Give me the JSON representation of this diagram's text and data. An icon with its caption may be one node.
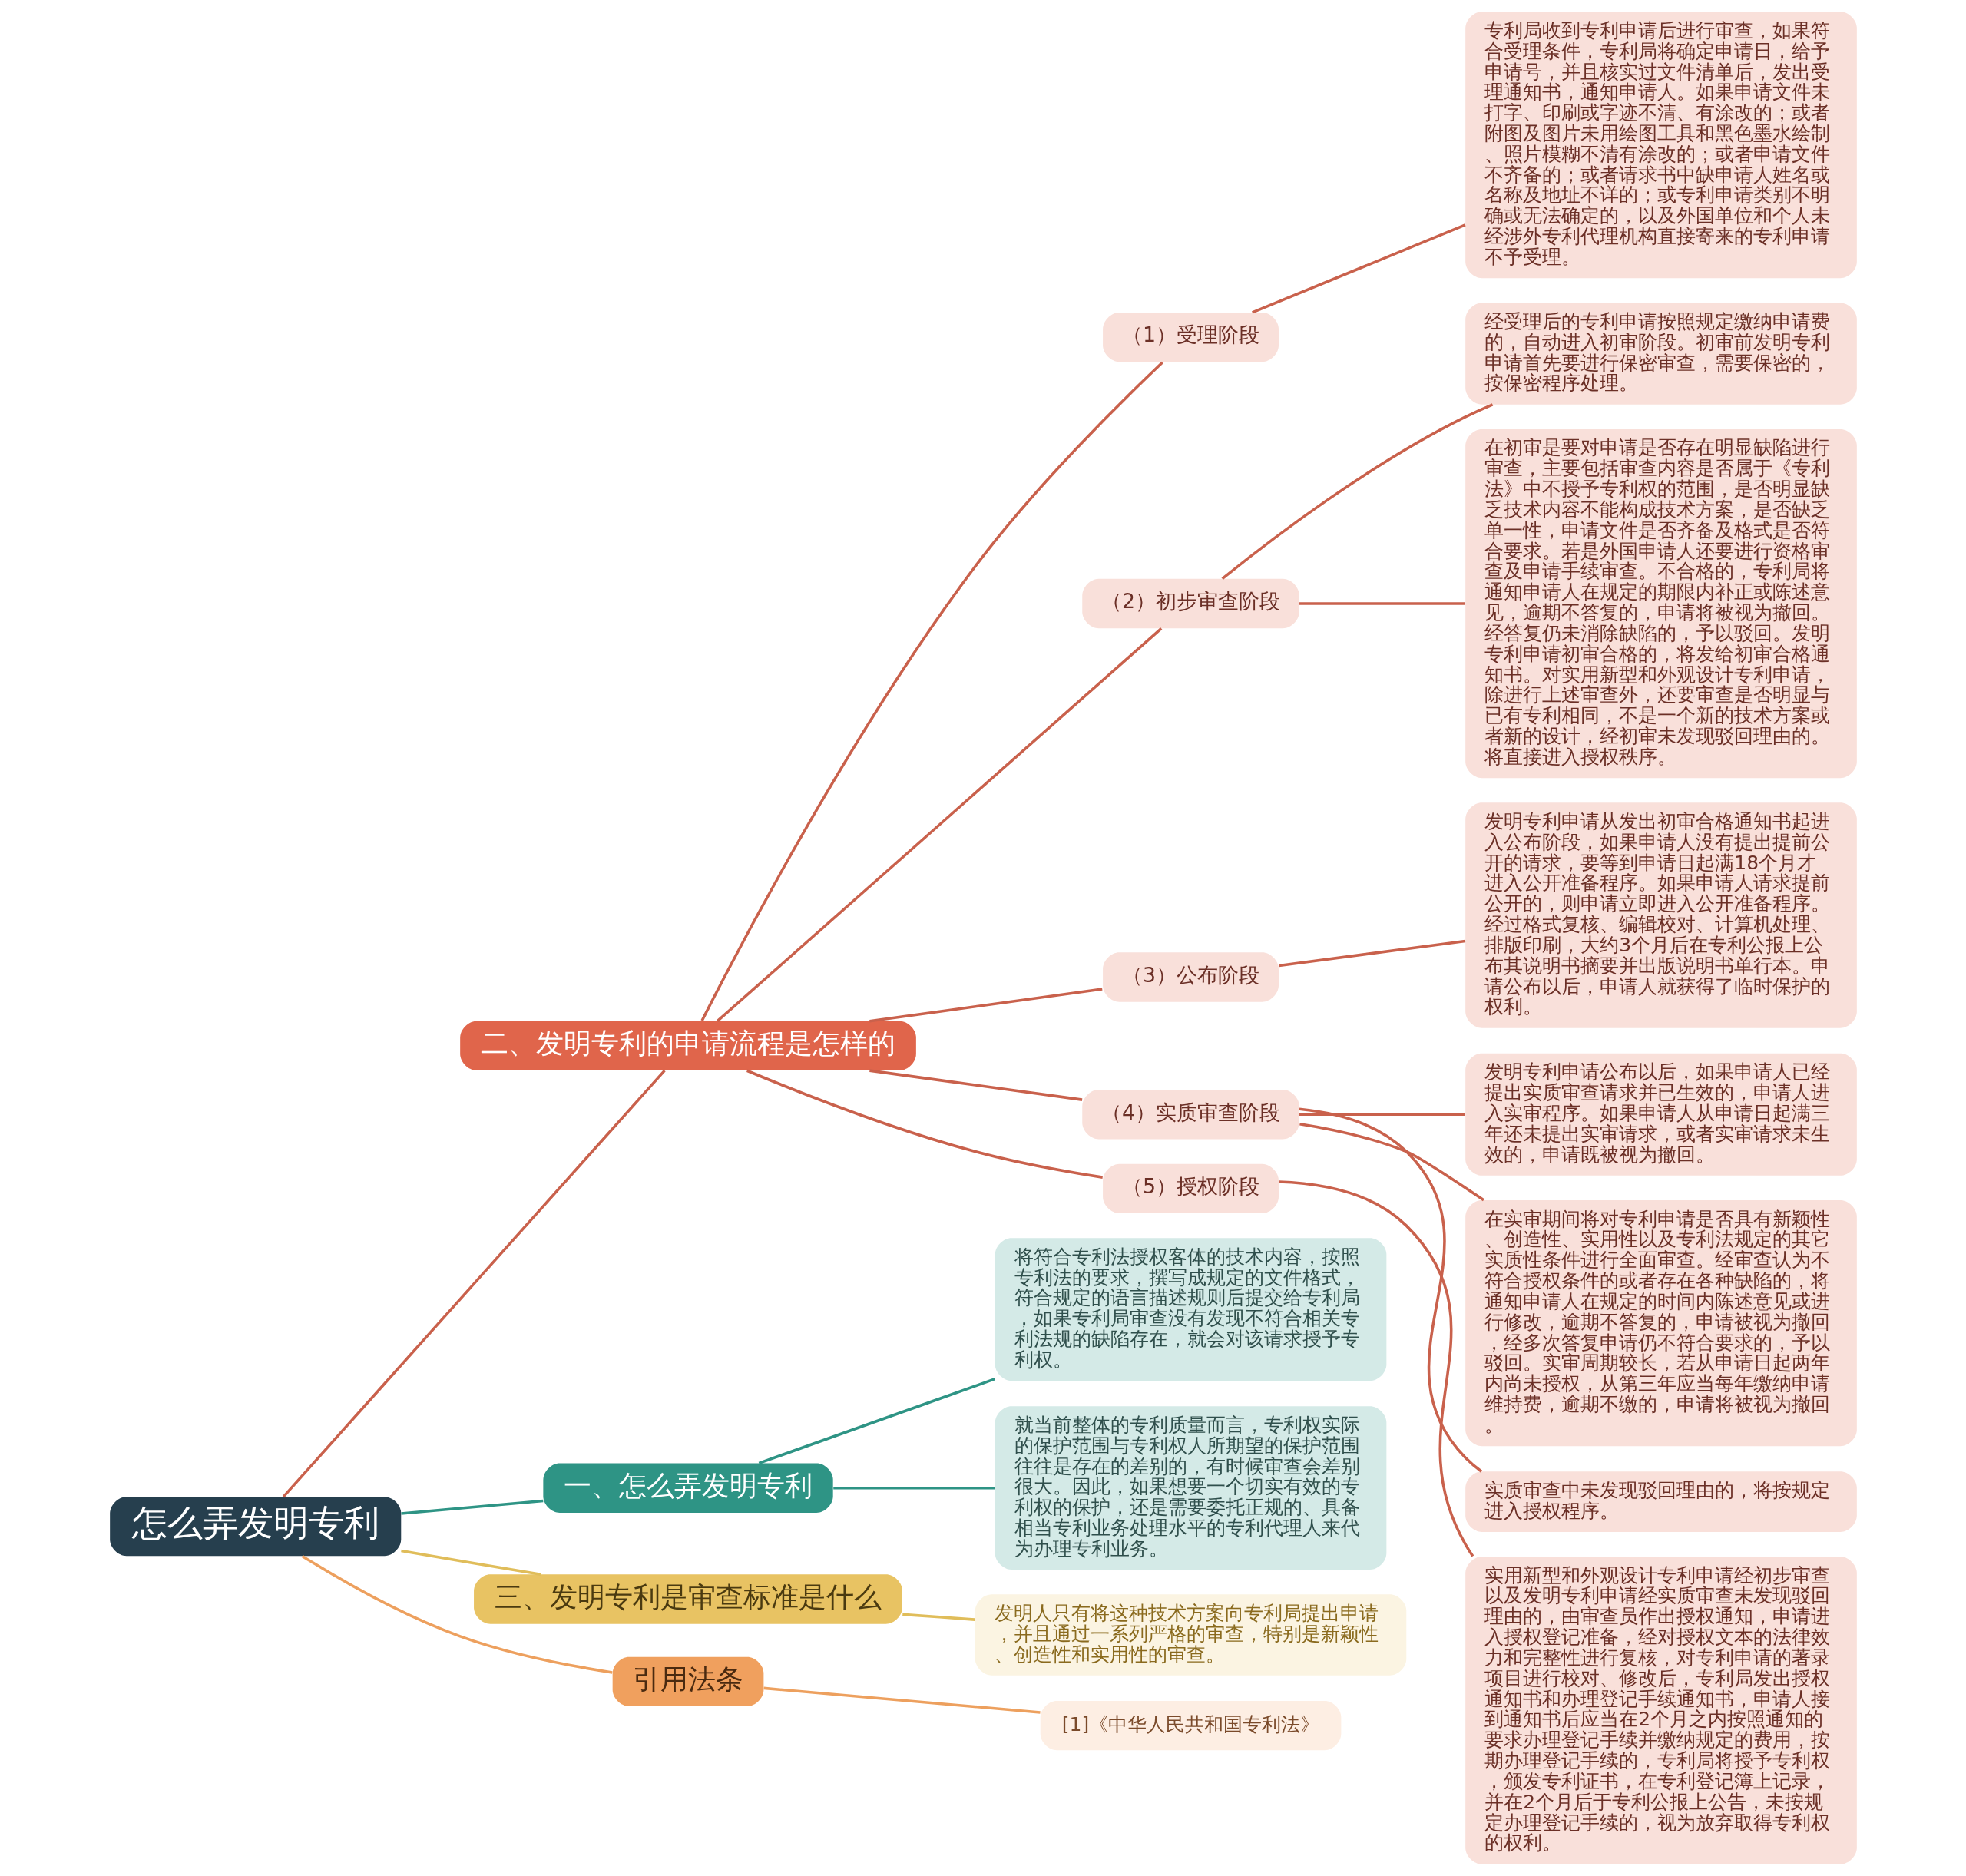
{
  "diagram": {
    "nodes": [
      {
        "text": [
          "怎么弄发明专利"
        ]
      },
      {
        "text": [
          "二、发明专利的申请流程是怎样的"
        ]
      },
      {
        "text": [
          "（1）受理阶段"
        ]
      },
      {
        "text": [
          "专利局收到专利申请后进行审查，如果符合受理条件，专利局将确定申请日，给予申请号，并且核实过文件清单后，发出受理通知书，通知申请人。如果申请文件未打字、印刷或字迹不清、有涂改的；或者附图及图片未用绘图工具和黑色墨水绘制、照片模糊不清有涂改的；或者申请文件不齐备的；或者请求书中缺申请人姓名或名称及地址不详的；或专利申请类别不明确或无法确定的，以及外国单位和个人未经涉外专利代理机构直接寄来的专利申请不予受理。"
        ]
      },
      {
        "text": [
          "（2）初步审查阶段"
        ]
      },
      {
        "text": [
          "经受理后的专利申请按照规定缴纳申请费的，自动进入初审阶段。初审前发明专利申请首先要进行保密审查，需要保密的，按保密程序处理。"
        ]
      },
      {
        "text": [
          "在初审是要对申请是否存在明显缺陷进行审查，主要包括审查内容是否属于《专利法》中不授予专利权的范围，是否明显缺乏技术内容不能构成技术方案，是否缺乏单一性，申请文件是否齐备及格式是否符合要求。若是外国申请人还要进行资格审查及申请手续审查。不合格的，专利局将通知申请人在规定的期限内补正或陈述意见，逾期不答复的，申请将被视为撤回。经答复仍未消除缺陷的，予以驳回。发明专利申请初审合格的，将发给初审合格通知书。对实用新型和外观设计专利申请，除进行上述审查外，还要审查是否明显与已有专利相同，不是一个新的技术方案或者新的设计，经初审未发现驳回理由的。将直接进入授权秩序。"
        ]
      },
      {
        "text": [
          "（3）公布阶段"
        ]
      },
      {
        "text": [
          "发明专利申请从发出初审合格通知书起进入公布阶段，如果申请人没有提出提前公开的请求，要等到申请日起满18个月才进入公开准备程序。如果申请人请求提前公开的，则申请立即进入公开准备程序。经过格式复核、编辑校对、计算机处理、排版印刷，大约3个月后在专利公报上公布其说明书摘要并出版说明书单行本。申请公布以后，申请人就获得了临时保护的权利。"
        ]
      },
      {
        "text": [
          "（4）实质审查阶段"
        ]
      },
      {
        "text": [
          "发明专利申请公布以后，如果申请人已经提出实质审查请求并已生效的，申请人进入实审程序。如果申请人从申请日起满三年还未提出实审请求，或者实审请求未生效的，申请既被视为撤回。"
        ]
      },
      {
        "text": [
          "在实审期间将对专利申请是否具有新颖性、创造性、实用性以及专利法规定的其它实质性条件进行全面审查。经审查认为不符合授权条件的或者存在各种缺陷的，将通知申请人在规定的时间内陈述意见或进行修改，逾期不答复的，申请被视为撤回，经多次答复申请仍不符合要求的，予以驳回。实审周期较长，若从申请日起两年内尚未授权，从第三年应当每年缴纳申请维持费，逾期不缴的，申请将被视为撤回。"
        ]
      },
      {
        "text": [
          "实质审查中未发现驳回理由的，将按规定进入授权程序。"
        ]
      },
      {
        "text": [
          "（5）授权阶段"
        ]
      },
      {
        "text": [
          "实用新型和外观设计专利申请经初步审查以及发明专利申请经实质审查未发现驳回理由的，由审查员作出授权通知，申请进入授权登记准备，经对授权文本的法律效力和完整性进行复核，对专利申请的著录项目进行校对、修改后，专利局发出授权通知书和办理登记手续通知书，申请人接到通知书后应当在2个月之内按照通知的要求办理登记手续并缴纳规定的费用，按期办理登记手续的，专利局将授予专利权，颁发专利证书，在专利登记簿上记录，并在2个月后于专利公报上公告，未按规定办理登记手续的，视为放弃取得专利权的权利。"
        ]
      },
      {
        "text": [
          "一、怎么弄发明专利"
        ]
      },
      {
        "text": [
          "将符合专利法授权客体的技术内容，按照专利法的要求，撰写成规定的文件格式，符合规定的语言描述规则后提交给专利局，如果专利局审查没有发现不符合相关专利法规的缺陷存在，就会对该请求授予专利权。"
        ]
      },
      {
        "text": [
          "就当前整体的专利质量而言，专利权实际的保护范围与专利权人所期望的保护范围往往是存在的差别的，有时候审查会差别很大。因此，如果想要一个切实有效的专利权的保护，还是需要委托正规的、具备相当专利业务处理水平的专利代理人来代为办理专利业务。"
        ]
      },
      {
        "text": [
          "三、发明专利是审查标准是什么"
        ]
      },
      {
        "text": [
          "发明人只有将这种技术方案向专利局提出申请，并且通过一系列严格的审查，特别是新颖性、创造性和实用性的审查。"
        ]
      },
      {
        "text": [
          "引用法条"
        ]
      },
      {
        "text": [
          "[1]《中华人民共和国专利法》"
        ]
      }
    ],
    "edges": [
      {
        "from": 0,
        "to": 1,
        "arrow": "none"
      },
      {
        "from": 1,
        "to": 2,
        "arrow": "none"
      },
      {
        "from": 2,
        "to": 3,
        "arrow": "none"
      },
      {
        "from": 1,
        "to": 4,
        "arrow": "none"
      },
      {
        "from": 4,
        "to": 5,
        "arrow": "none"
      },
      {
        "from": 4,
        "to": 6,
        "arrow": "none"
      },
      {
        "from": 1,
        "to": 7,
        "arrow": "none"
      },
      {
        "from": 7,
        "to": 8,
        "arrow": "none"
      },
      {
        "from": 1,
        "to": 9,
        "arrow": "none"
      },
      {
        "from": 9,
        "to": 10,
        "arrow": "none"
      },
      {
        "from": 9,
        "to": 11,
        "arrow": "none"
      },
      {
        "from": 9,
        "to": 12,
        "arrow": "none"
      },
      {
        "from": 1,
        "to": 13,
        "arrow": "none"
      },
      {
        "from": 13,
        "to": 14,
        "arrow": "none"
      },
      {
        "from": 0,
        "to": 15,
        "arrow": "none",
        "color": "#2e9485"
      },
      {
        "from": 15,
        "to": 16,
        "arrow": "none",
        "color": "#2e9485"
      },
      {
        "from": 15,
        "to": 17,
        "arrow": "none",
        "color": "#2e9485"
      },
      {
        "from": 0,
        "to": 18,
        "arrow": "none",
        "color": "#e0bd5a"
      },
      {
        "from": 18,
        "to": 19,
        "arrow": "none",
        "color": "#e0bd5a"
      },
      {
        "from": 0,
        "to": 20,
        "arrow": "none",
        "color": "#eda05e"
      },
      {
        "from": 20,
        "to": 21,
        "arrow": "none",
        "color": "#eda05e"
      }
    ]
  }
}
